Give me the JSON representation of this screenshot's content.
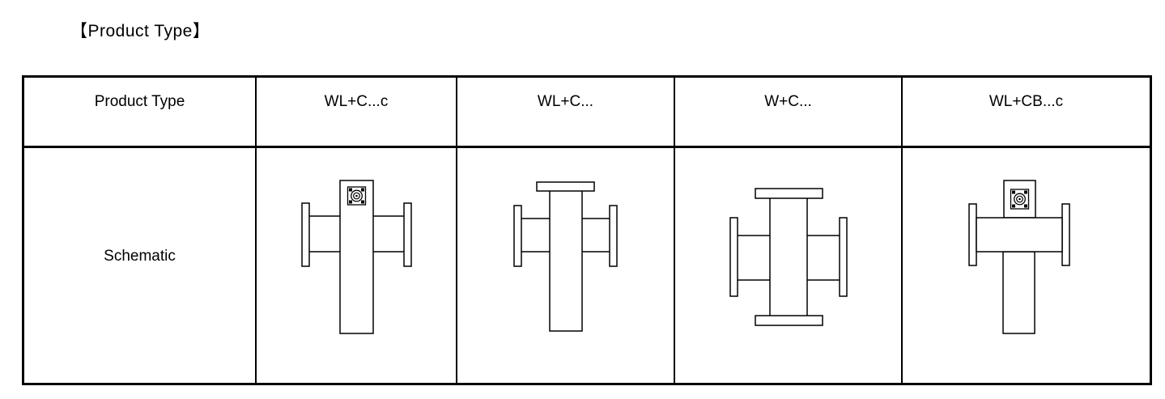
{
  "title": "【Product Type】",
  "table": {
    "header": {
      "row_label": "Product Type",
      "columns": [
        "WL+C...c",
        "WL+C...",
        "W+C...",
        "WL+CB...c"
      ]
    },
    "body": {
      "row_label": "Schematic",
      "schematics": [
        {
          "column": "WL+C...c",
          "icon": "vertical-waveguide-body-top-coax-connector-two-side-flanged-arms"
        },
        {
          "column": "WL+C...",
          "icon": "vertical-waveguide-body-top-flange-two-side-flanged-arms"
        },
        {
          "column": "W+C...",
          "icon": "waveguide-cross-four-flanges"
        },
        {
          "column": "WL+CB...c",
          "icon": "horizontal-waveguide-body-top-coax-connector-end-flanges-bottom-leg"
        }
      ]
    }
  },
  "colors": {
    "line": "#000000",
    "text": "#000000",
    "background": "#ffffff"
  }
}
